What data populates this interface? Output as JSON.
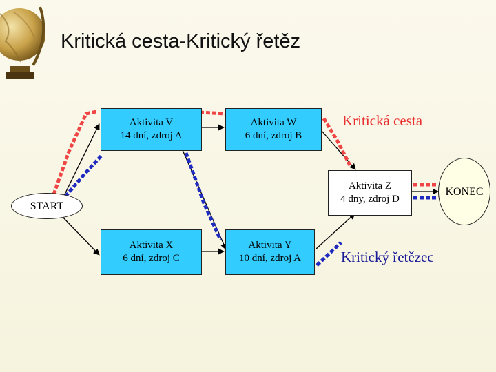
{
  "slide": {
    "title": "Kritická cesta-Kritický řetěz"
  },
  "nodes": {
    "start": "START",
    "v": {
      "name": "Aktivita V",
      "detail": "14 dní, zdroj A"
    },
    "w": {
      "name": "Aktivita W",
      "detail": "6 dní, zdroj B"
    },
    "x": {
      "name": "Aktivita X",
      "detail": "6 dní, zdroj C"
    },
    "y": {
      "name": "Aktivita Y",
      "detail": "10 dní, zdroj A"
    },
    "z": {
      "name": "Aktivita Z",
      "detail": "4 dny, zdroj D"
    },
    "end": "KONEC"
  },
  "labels": {
    "critical_path": "Kritická cesta",
    "critical_chain": "Kritický řetězec"
  },
  "colors": {
    "activity_fill": "#33ccff",
    "critical_path": "#f04545",
    "critical_chain": "#1f2bbf",
    "globe_icon": "globe-icon"
  }
}
